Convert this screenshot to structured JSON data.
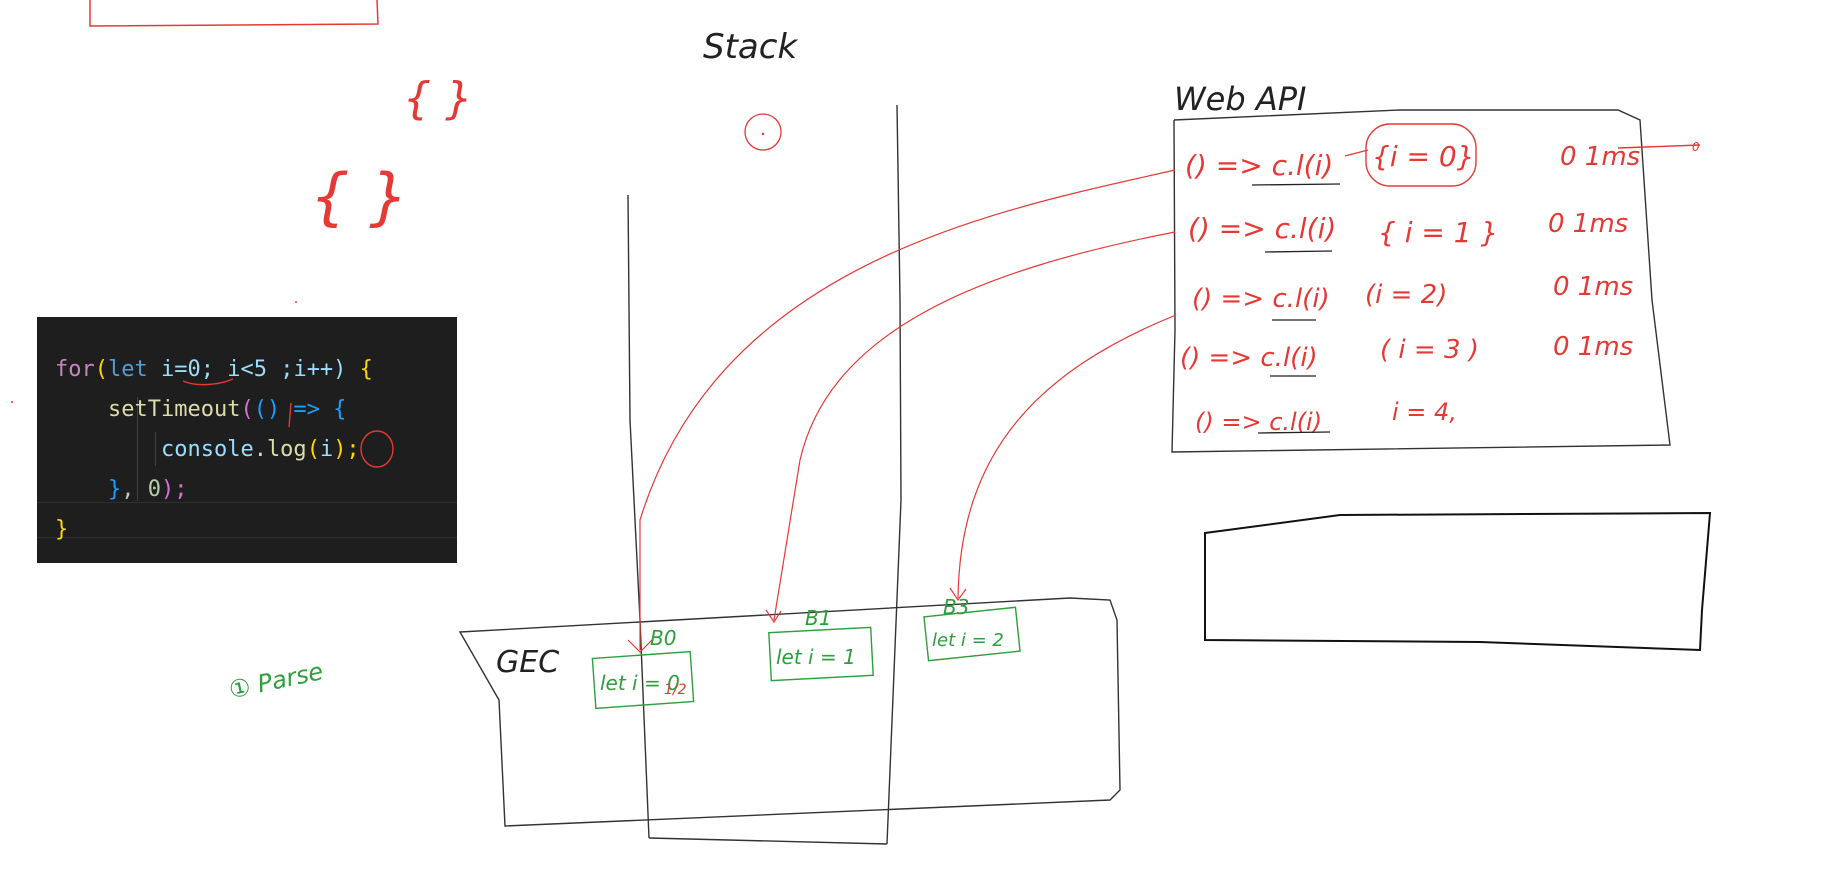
{
  "labels": {
    "stack": "Stack",
    "web_api": "Web API",
    "gec": "GEC",
    "parse": "① Parse",
    "top_braces": "{ }",
    "mid_braces": "{ }"
  },
  "code": {
    "line1": {
      "kw": "for",
      "open": "(",
      "let": "let",
      "rest": " i=0; i<5 ;i++) ",
      "brace": "{"
    },
    "line2": {
      "indent": "    ",
      "fn": "setTimeout",
      "open": "(",
      "args": "() => ",
      "brace": "{"
    },
    "line3": {
      "indent": "        ",
      "obj": "console",
      "dot": ".",
      "fn": "log",
      "open": "(",
      "arg": "i",
      "close": ");"
    },
    "line4": {
      "indent": "    ",
      "brace": "}",
      "rest": ", 0",
      "close": ");"
    },
    "line5": {
      "brace": "}"
    }
  },
  "web_api_rows": [
    {
      "callback": "() => c.l(i)",
      "scope": "{i = 0}",
      "timer": "0 1ms",
      "extra": "0"
    },
    {
      "callback": "() => c.l(i)",
      "scope": "{ i = 1 }",
      "timer": "0 1ms"
    },
    {
      "callback": "() => c.l(i)",
      "scope": "(i = 2)",
      "timer": "0 1ms"
    },
    {
      "callback": "() => c.l(i)",
      "scope": "( i = 3 )",
      "timer": "0 1ms"
    },
    {
      "callback": "() => c.l(i)",
      "scope": "i = 4,",
      "timer": ""
    }
  ],
  "blocks": [
    {
      "name": "B0",
      "content": "let i = 0",
      "struck": "1/2"
    },
    {
      "name": "B1",
      "content": "let i = 1"
    },
    {
      "name": "B3",
      "content": "let i = 2"
    }
  ],
  "colors": {
    "ink": "#222222",
    "red": "#e53935",
    "green": "#2e9e3e",
    "code_bg": "#1e1e1e"
  }
}
